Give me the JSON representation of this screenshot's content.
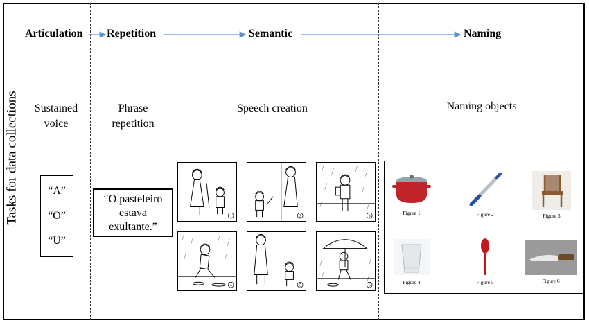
{
  "side_title": "Tasks for data collections",
  "stages": {
    "articulation": "Articulation",
    "repetition": "Repetition",
    "semantic": "Semantic",
    "naming": "Naming"
  },
  "tasks": {
    "sustained_line1": "Sustained",
    "sustained_line2": "voice",
    "phrase_line1": "Phrase",
    "phrase_line2": "repetition",
    "speech": "Speech creation",
    "naming_objects": "Naming objects"
  },
  "vowels": [
    "“A”",
    "“O”",
    "“U”"
  ],
  "phrase": {
    "line1": "“O pasteleiro",
    "line2": "estava",
    "line3": "exultante.”"
  },
  "panel_numbers": [
    "1",
    "2",
    "3",
    "4",
    "5",
    "6"
  ],
  "figures": [
    "Figure 1",
    "Figure 2",
    "Figure 3",
    "Figure 4",
    "Figure 5",
    "Figure 6"
  ],
  "colors": {
    "arrow": "#5b8fd0",
    "pot": "#c0232a",
    "pen": "#2a4fa8",
    "chair": "#8a5a30",
    "spoon": "#c4161c",
    "knife_handle": "#6b4a2a"
  }
}
